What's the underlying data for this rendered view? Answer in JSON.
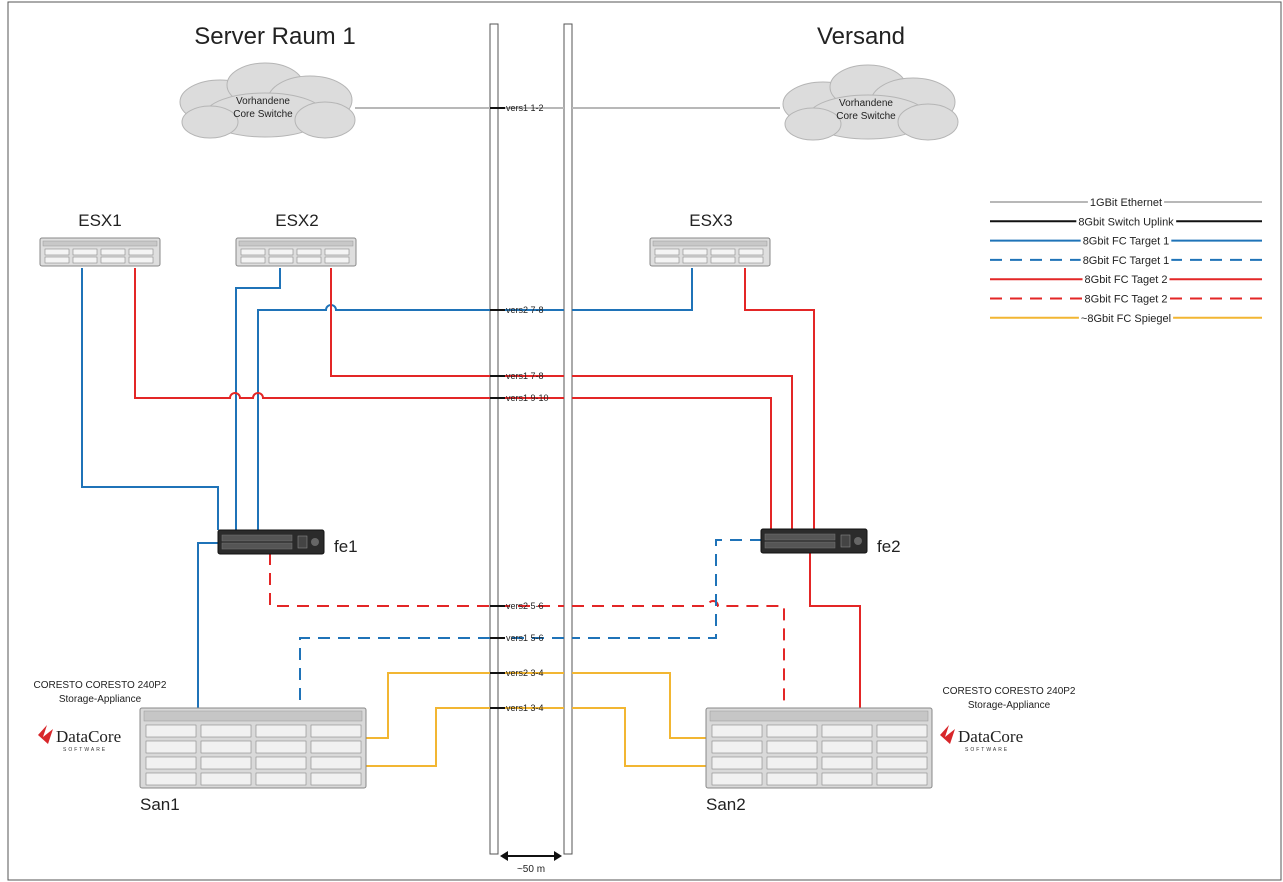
{
  "locations": {
    "left": "Server Raum 1",
    "right": "Versand"
  },
  "clouds": [
    {
      "line1": "Vorhandene",
      "line2": "Core Switche"
    },
    {
      "line1": "Vorhandene",
      "line2": "Core Switche"
    }
  ],
  "hosts": {
    "esx1": "ESX1",
    "esx2": "ESX2",
    "esx3": "ESX3",
    "fe1": "fe1",
    "fe2": "fe2",
    "san1": "San1",
    "san2": "San2"
  },
  "storage": {
    "left": {
      "line1": "CORESTO CORESTO 240P2",
      "line2": "Storage-Appliance"
    },
    "right": {
      "line1": "CORESTO CORESTO 240P2",
      "line2": "Storage-Appliance"
    },
    "brand": "DataCore",
    "brand_sub": "SOFTWARE"
  },
  "links": {
    "vers1_12": "vers1 1-2",
    "vers2_78": "vers2 7-8",
    "vers1_78": "vers1 7-8",
    "vers1_910": "vers1 9-10",
    "vers2_56": "vers2 5-6",
    "vers1_56": "vers1 5-6",
    "vers2_34": "vers2 3-4",
    "vers1_34": "vers1 3-4"
  },
  "distance": "~50 m",
  "legend": [
    {
      "label": "1GBit Ethernet",
      "color": "#b8b8b8",
      "style": "solid"
    },
    {
      "label": "8Gbit Switch Uplink",
      "color": "#111111",
      "style": "solid"
    },
    {
      "label": "8Gbit FC Target 1",
      "color": "#1f73b8",
      "style": "solid"
    },
    {
      "label": "8Gbit FC Target 1",
      "color": "#1f73b8",
      "style": "dashed"
    },
    {
      "label": "8Gbit FC Taget 2",
      "color": "#e32626",
      "style": "solid"
    },
    {
      "label": "8Gbit FC Taget 2",
      "color": "#e32626",
      "style": "dashed"
    },
    {
      "label": "~8Gbit FC Spiegel",
      "color": "#f2b632",
      "style": "solid"
    }
  ]
}
